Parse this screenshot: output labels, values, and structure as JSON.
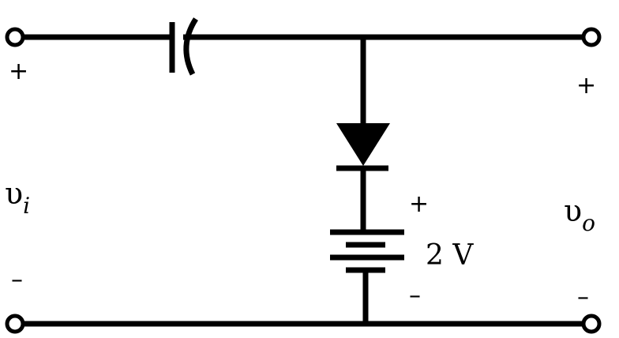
{
  "colors": {
    "wire": "#000000",
    "background": "#ffffff"
  },
  "labels": {
    "input_plus": "+",
    "input_minus": "–",
    "input_voltage_symbol": "υ",
    "input_voltage_subscript": "i",
    "output_plus": "+",
    "output_minus": "–",
    "output_voltage_symbol": "υ",
    "output_voltage_subscript": "o",
    "battery_plus": "+",
    "battery_minus": "–",
    "battery_value": "2 V"
  }
}
